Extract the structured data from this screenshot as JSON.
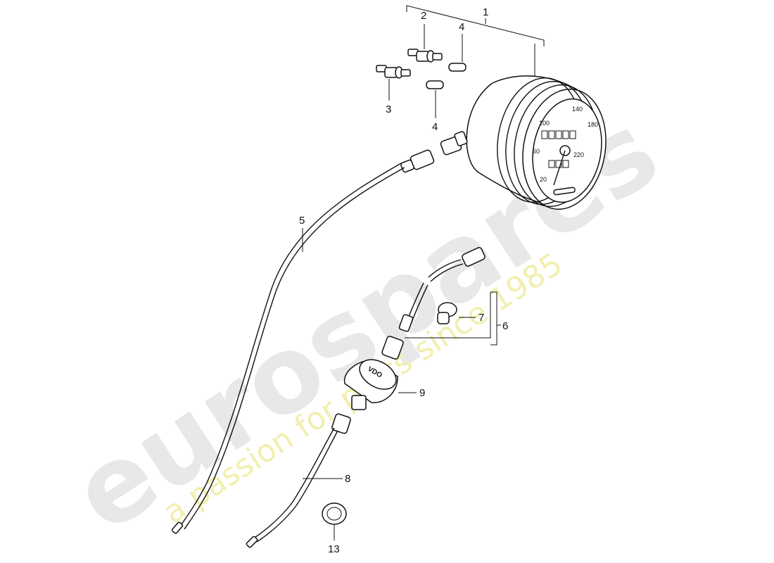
{
  "watermark": {
    "brand": "eurospares",
    "tagline": "a passion for parts since 1985"
  },
  "gauge": {
    "scale": [
      "20",
      "60",
      "100",
      "140",
      "180",
      "220"
    ]
  },
  "sensor_mark": "VDO",
  "callouts": {
    "c1": "1",
    "c2": "2",
    "c3": "3",
    "c4a": "4",
    "c4b": "4",
    "c5": "5",
    "c6": "6",
    "c7": "7",
    "c8": "8",
    "c9": "9",
    "c13": "13"
  }
}
